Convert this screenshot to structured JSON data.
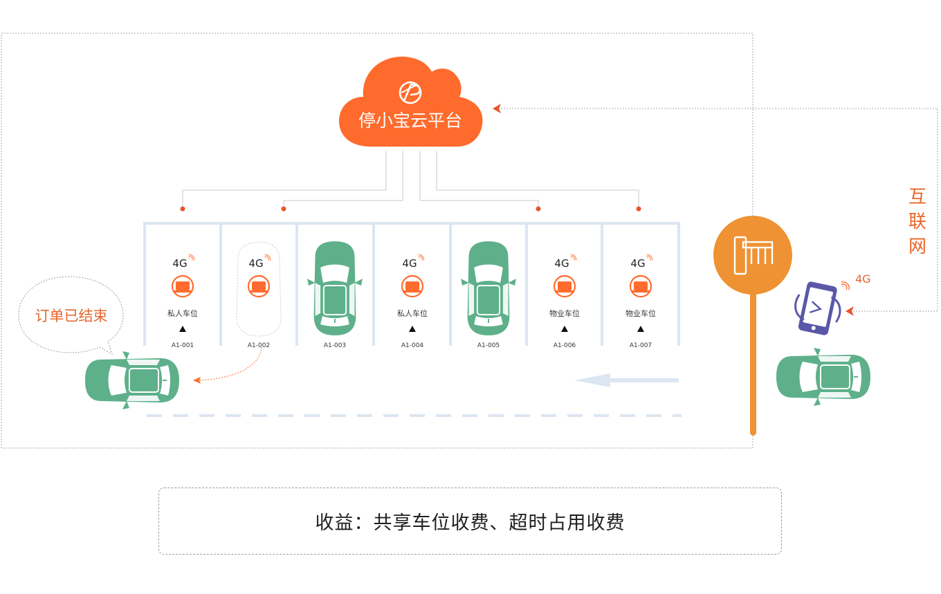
{
  "cloud": {
    "title": "停小宝云平台",
    "icon": "parking-logo-icon",
    "color": "#ff6b2c"
  },
  "network_label": {
    "chars": [
      "互",
      "联",
      "网"
    ]
  },
  "bubble": {
    "text": "订单已结束"
  },
  "signal_label": "4G",
  "phone": {
    "signal_label": "4G",
    "icon": "smartphone-rotate-icon",
    "color": "#5b57a8"
  },
  "barrier": {
    "icon": "barrier-gate-icon",
    "color": "#ee9234"
  },
  "spaces": [
    {
      "id": "A1-001",
      "signal": "4G",
      "type_label": "私人车位",
      "state": "lock"
    },
    {
      "id": "A1-002",
      "signal": "4G",
      "type_label": "",
      "state": "departing"
    },
    {
      "id": "A1-003",
      "signal": "",
      "type_label": "",
      "state": "occupied"
    },
    {
      "id": "A1-004",
      "signal": "4G",
      "type_label": "私人车位",
      "state": "lock"
    },
    {
      "id": "A1-005",
      "signal": "",
      "type_label": "",
      "state": "occupied"
    },
    {
      "id": "A1-006",
      "signal": "4G",
      "type_label": "物业车位",
      "state": "lock"
    },
    {
      "id": "A1-007",
      "signal": "4G",
      "type_label": "物业车位",
      "state": "lock"
    }
  ],
  "summary": {
    "text": "收益：共享车位收费、超时占用收费"
  },
  "colors": {
    "accent": "#ff6b2c",
    "car": "#5eb08a",
    "lane": "#dce6f2",
    "connector": "#c8c8c8",
    "dot": "#e8552a"
  }
}
